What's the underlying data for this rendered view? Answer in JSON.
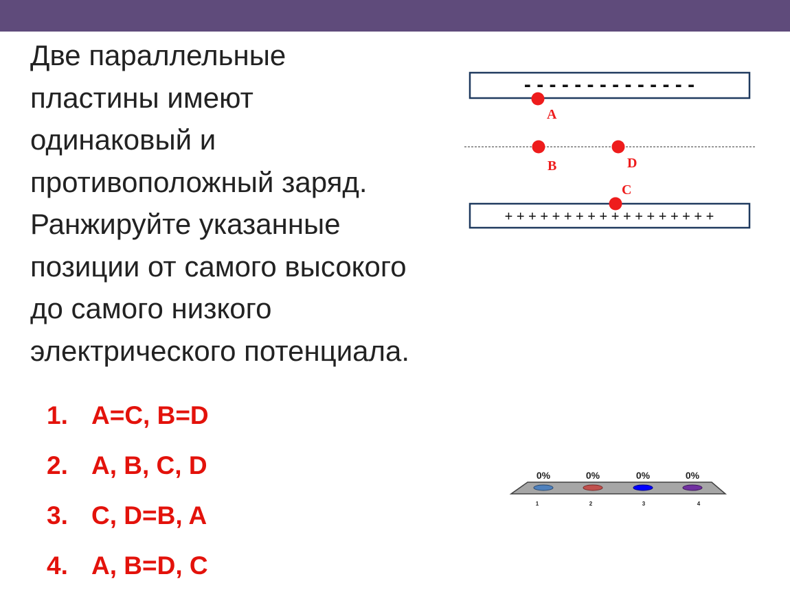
{
  "question": {
    "lines": [
      "Две параллельные",
      "пластины имеют",
      "одинаковый и",
      "противоположный заряд.",
      "Ранжируйте указанные",
      "позиции от самого высокого",
      "до самого низкого",
      "электрического потенциала."
    ]
  },
  "diagram": {
    "top_plate_charges": "- - - - - - - - - - - - - -",
    "bottom_plate_charges": "+ + + + + + + + + + + + + + + + + +",
    "points": {
      "a": "A",
      "b": "B",
      "c": "C",
      "d": "D"
    },
    "point_color": "#ee1c1c"
  },
  "answers": [
    {
      "num": "1.",
      "text": "A=C, B=D"
    },
    {
      "num": "2.",
      "text": "A, B, C, D"
    },
    {
      "num": "3.",
      "text": "C, D=B, A"
    },
    {
      "num": "4.",
      "text": "A, B=D, C"
    }
  ],
  "poll": {
    "percents": [
      "0%",
      "0%",
      "0%",
      "0%"
    ],
    "labels": [
      "1",
      "2",
      "3",
      "4"
    ],
    "colors": [
      "#4f81bd",
      "#c0504d",
      "#0000ff",
      "#7030a0"
    ]
  },
  "colors": {
    "header": "#5f4b7b",
    "answer_text": "#e3120b"
  }
}
